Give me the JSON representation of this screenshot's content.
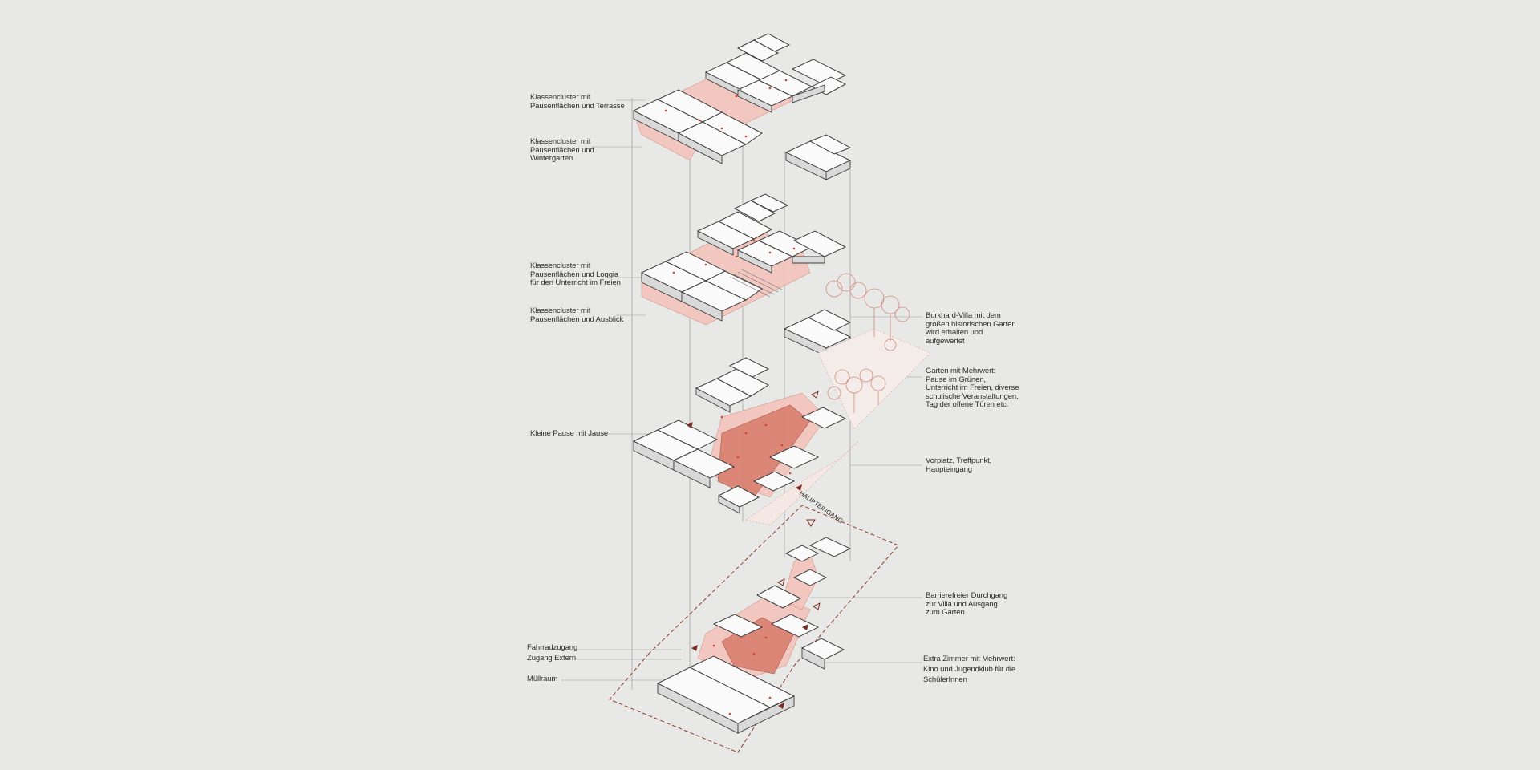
{
  "labels": {
    "klassencluster_terrasse": "Klassencluster mit\nPausenflächen und Terrasse",
    "klassencluster_wintergarten": "Klassencluster mit\nPausenflächen und\nWintergarten",
    "klassencluster_loggia": "Klassencluster mit\nPausenflächen und Loggia\nfür den Unterricht im Freien",
    "klassencluster_ausblick": "Klassencluster mit\nPausenflächen und Ausblick",
    "kleine_pause": "Kleine Pause mit Jause",
    "burkhard_villa": "Burkhard-Villa mit dem\ngroßen historischen Garten\nwird erhalten und\naufgewertet",
    "garten_mehrwert": "Garten mit Mehrwert:\nPause im Grünen,\nUnterricht im Freien, diverse\nschulische Veranstaltungen,\nTag der offene Türen etc.",
    "vorplatz": "Vorplatz, Treffpunkt,\nHaupteingang",
    "barrierefrei": "Barrierefreier Durchgang\nzur Villa und Ausgang\nzum Garten",
    "fahrradzugang": "Fahrradzugang",
    "zugang_extern": "Zugang Extern",
    "muellraum": "Müllraum",
    "extra_zimmer": "Extra Zimmer mit Mehrwert:\nKino und Jugendklub für die\nSchülerInnen"
  },
  "haupteingang": "HAUPTEINGANG",
  "colors": {
    "background": "#e8e8e7",
    "accent": "#d9412b",
    "accent_light": "#f2c4bb",
    "site_outline": "#8a3a2c",
    "linework": "#3d3d3d"
  }
}
